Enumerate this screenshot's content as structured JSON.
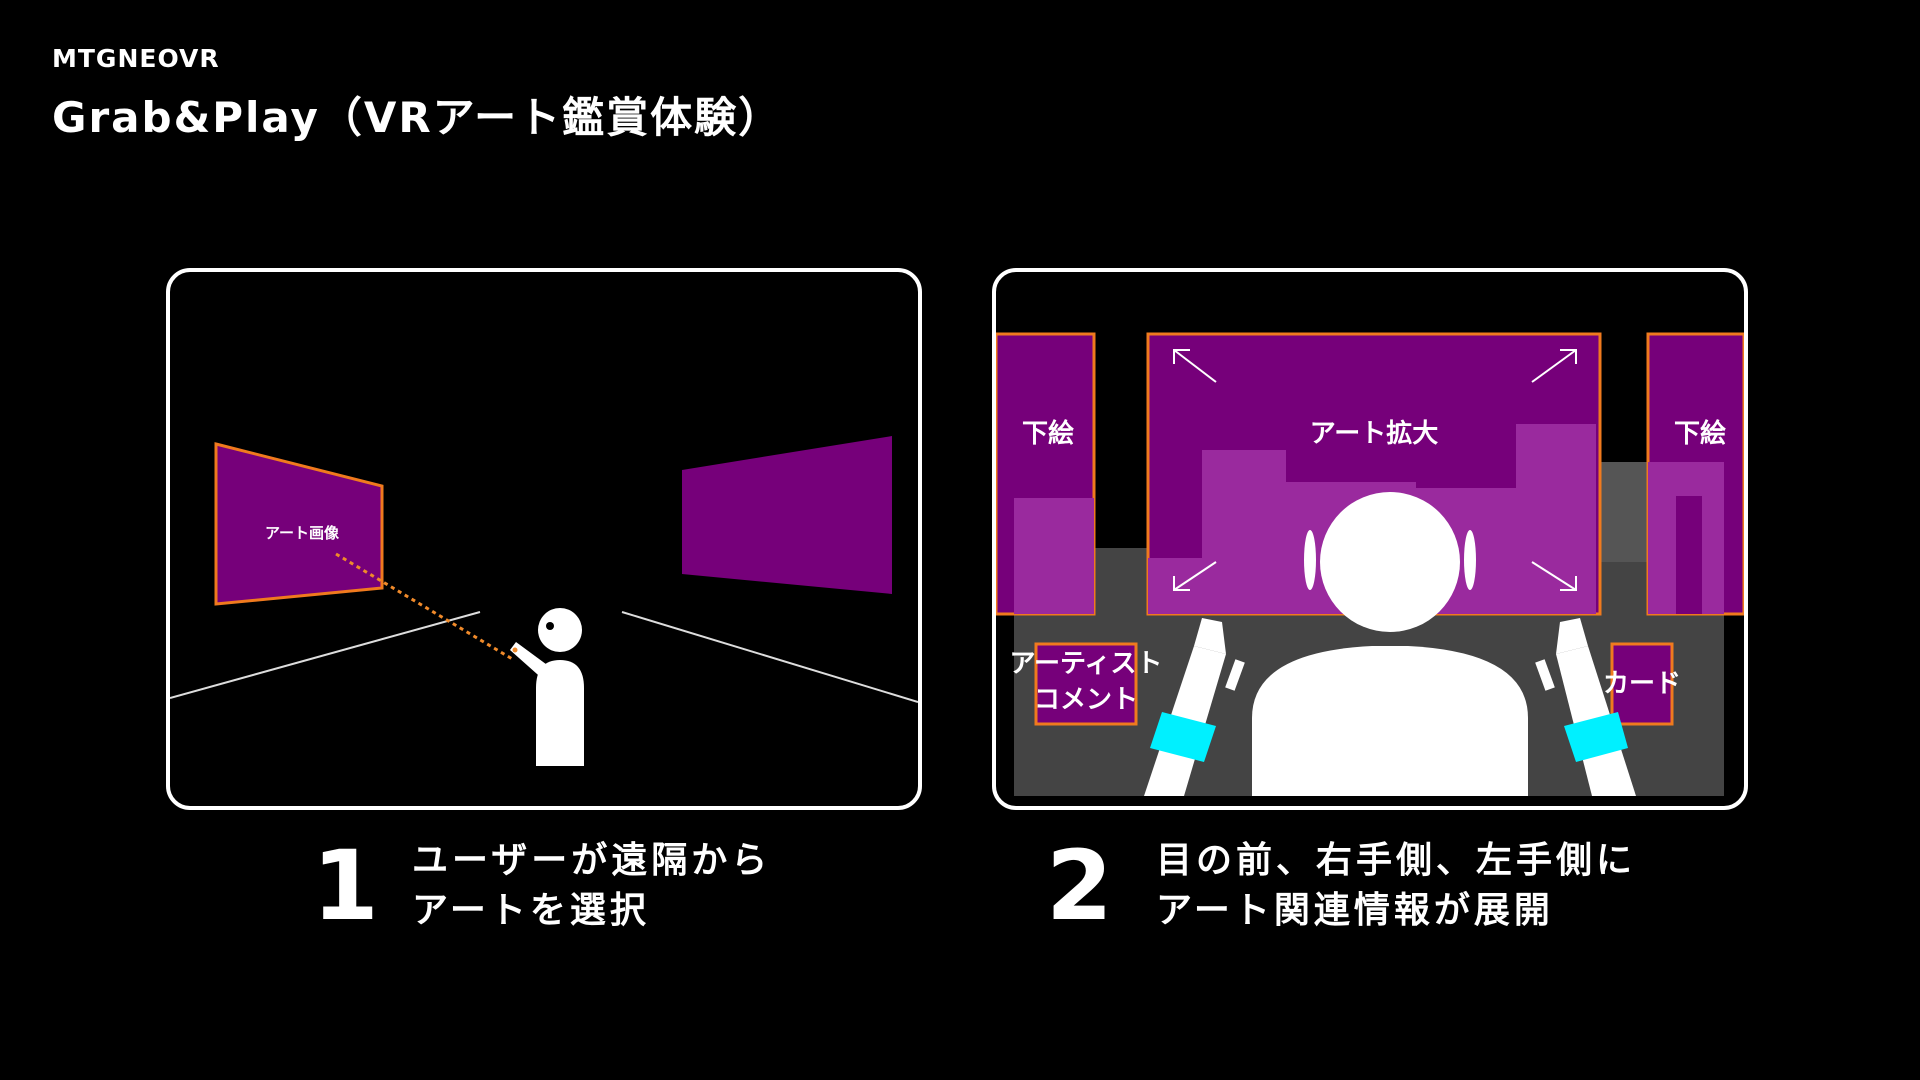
{
  "header": {
    "brand": "MTGNEOVR",
    "title": "Grab&Play（VRアート鑑賞体験）"
  },
  "colors": {
    "background": "#000000",
    "art_purple": "#76007A",
    "art_border": "#F07A1E",
    "pointer_dot": "#F08A2A",
    "bracelet": "#00F0FF",
    "floor_gray": "#444444",
    "white": "#FFFFFF"
  },
  "panel1": {
    "art_label": "アート画像"
  },
  "panel2": {
    "left_sketch_label": "下絵",
    "center_art_label": "アート拡大",
    "right_sketch_label": "下絵",
    "artist_comment_line1": "アーティスト",
    "artist_comment_line2": "コメント",
    "card_label": "カード"
  },
  "steps": [
    {
      "number": "1",
      "line1": "ユーザーが遠隔から",
      "line2": "アートを選択"
    },
    {
      "number": "2",
      "line1": "目の前、右手側、左手側に",
      "line2": "アート関連情報が展開"
    }
  ]
}
